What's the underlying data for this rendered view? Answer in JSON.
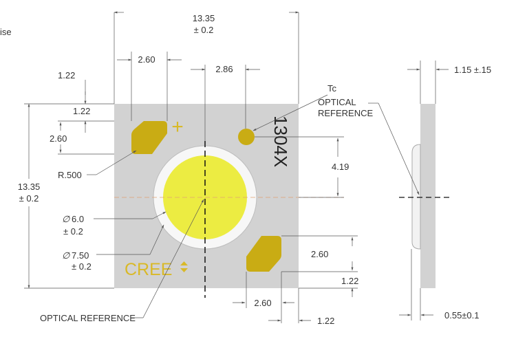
{
  "header": {
    "fragment_text": "ise"
  },
  "package": {
    "marking": "1304X",
    "logo": "CREE",
    "plus_sign": "+",
    "colors": {
      "substrate": "#d2d2d2",
      "pad_gold": "#c9ac14",
      "les": "#ecec42",
      "ring": "#f7f7f7",
      "logo": "#d9b928"
    }
  },
  "dimensions": {
    "overall_width": {
      "value": "13.35",
      "tol": "± 0.2"
    },
    "overall_height": {
      "value": "13.35",
      "tol": "± 0.2"
    },
    "pad_width_top": "2.60",
    "center_offset_top": "2.86",
    "pad_offset_x_top": "1.22",
    "pad_offset_y_top": "1.22",
    "pad_height_left": "2.60",
    "corner_radius": "R.500",
    "tc_offset": "4.19",
    "les_diameter": {
      "value": "6.0",
      "tol": "± 0.2"
    },
    "ring_diameter": {
      "value": "7.50",
      "tol": "± 0.2"
    },
    "pad_height_right": "2.60",
    "pad_offset_y_bottom": "1.22",
    "pad_width_bottom": "2.60",
    "pad_offset_x_bottom": "1.22",
    "side_total_height": "1.15 ±.15",
    "side_substrate": "0.55±0.1"
  },
  "labels": {
    "tc": "Tc",
    "optical_reference_side": [
      "OPTICAL",
      "REFERENCE"
    ],
    "optical_reference_bottom": "OPTICAL REFERENCE"
  }
}
